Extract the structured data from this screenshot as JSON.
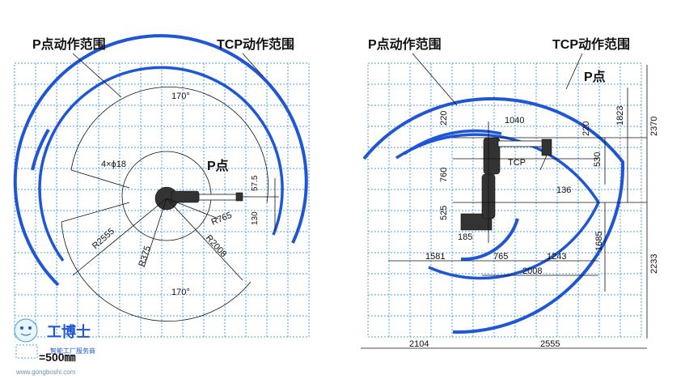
{
  "left_view": {
    "p_point_range_label": "P点动作范围",
    "tcp_range_label": "TCP动作范围",
    "angle_top": "170°",
    "angle_bottom": "170°",
    "holes": "4×ϕ18",
    "p_point": "P点",
    "dim_575": "57.5",
    "dim_130": "130",
    "r765": "R765",
    "r2555": "R2555",
    "r375": "R375",
    "r2008": "R2008"
  },
  "right_view": {
    "p_point_range_label": "P点动作范围",
    "tcp_range_label": "TCP动作范围",
    "p_point": "P点",
    "tcp": "TCP",
    "dim_220_a": "220",
    "dim_1040": "1040",
    "dim_220_b": "220",
    "dim_1823": "1823",
    "dim_2370": "2370",
    "dim_530": "530",
    "dim_760": "760",
    "dim_136": "136",
    "dim_525": "525",
    "dim_185": "185",
    "dim_1685": "1685",
    "dim_1581": "1581",
    "dim_765": "765",
    "dim_1243": "1243",
    "dim_2008": "2008",
    "dim_2233": "2233",
    "dim_2104": "2104",
    "dim_2555": "2555"
  },
  "legend": {
    "scale": "=500㎜",
    "watermark_brand": "工博士",
    "watermark_sub": "智能工厂服务商",
    "watermark_url": "www.gongboshi.com"
  },
  "colors": {
    "grid": "#4aa3e8",
    "arc": "#1f56d6"
  }
}
